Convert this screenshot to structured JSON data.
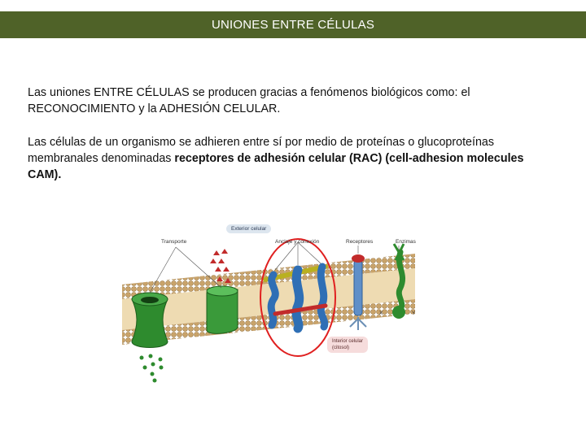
{
  "header": {
    "title": "UNIONES ENTRE CÉLULAS"
  },
  "body": {
    "para1": "Las uniones ENTRE CÉLULAS se producen gracias a fenómenos biológicos como: el RECONOCIMIENTO y la ADHESIÓN CELULAR.",
    "para2_plain": "Las células de un organismo se adhieren entre sí por medio de proteínas o glucoproteínas membranales denominadas ",
    "para2_bold": "receptores de adhesión celular (RAC) (cell-adhesion molecules CAM)."
  },
  "figure": {
    "label_exterior": "Exterior celular",
    "label_transporte": "Transporte",
    "label_anclaje": "Anclaje y conexión",
    "label_receptores": "Receptores",
    "label_enzimas": "Enzimas",
    "label_x": "X",
    "label_y": "Y",
    "label_interior_1": "Interior celular",
    "label_interior_2": "(citosol)",
    "colors": {
      "membrane_head": "#c9a36a",
      "membrane_tail": "#e8d2a6",
      "protein_green": "#2e8b2e",
      "protein_blue": "#2f6fb5",
      "protein_red": "#c22b2b",
      "highlight_ellipse": "#e02020"
    }
  }
}
